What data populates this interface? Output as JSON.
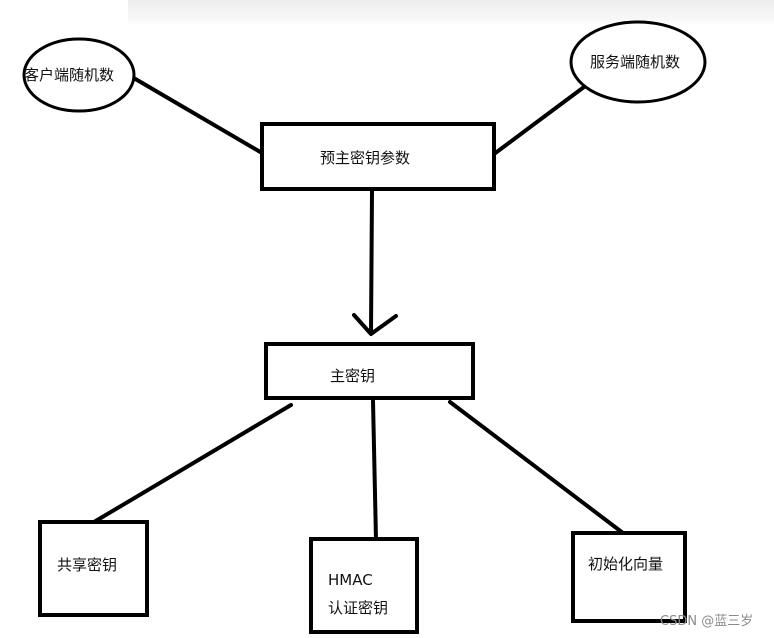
{
  "nodes": {
    "client_random": "客户端随机数",
    "server_random": "服务端随机数",
    "premaster": "预主密钥参数",
    "master": "主密钥",
    "shared_key": "共享密钥",
    "hmac_line1": "HMAC",
    "hmac_line2": "认证密钥",
    "iv": "初始化向量"
  },
  "watermark": "CSDN @蓝三岁"
}
